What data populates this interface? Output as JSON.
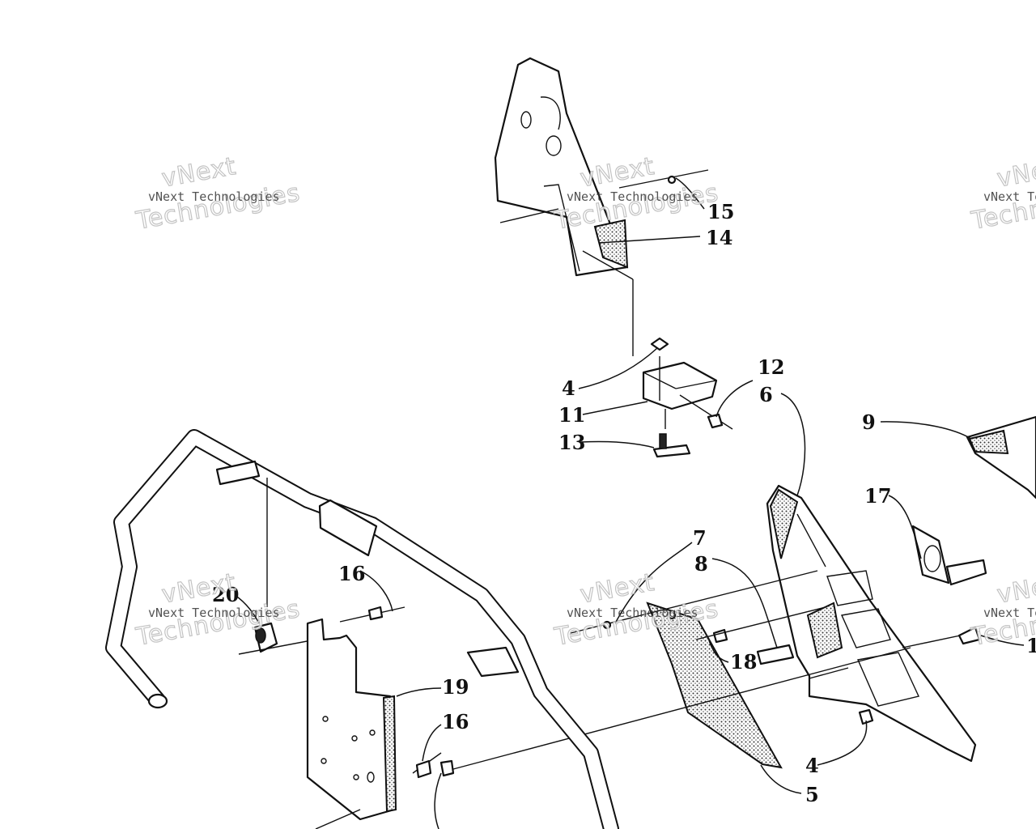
{
  "diagram": {
    "callouts": [
      "15",
      "14",
      "4",
      "11",
      "12",
      "6",
      "13",
      "9",
      "17",
      "7",
      "8",
      "16",
      "20",
      "18",
      "19",
      "16",
      "4",
      "5",
      "1"
    ],
    "watermarks": [
      {
        "line1": "vNext Technologies",
        "line2": "vNext",
        "line3": "Technologies"
      },
      {
        "line1": "vNext Technologies",
        "line2": "vNext",
        "line3": "Technologies"
      },
      {
        "line1": "vNext Tec",
        "line2": "vNext",
        "line3": "Techn"
      },
      {
        "line1": "vNext Technologies",
        "line2": "vNext",
        "line3": "Technologies"
      },
      {
        "line1": "vNext Technologies",
        "line2": "vNext",
        "line3": "Technologies"
      },
      {
        "line1": "vNext Te",
        "line2": "vNext",
        "line3": "Techn"
      }
    ]
  }
}
